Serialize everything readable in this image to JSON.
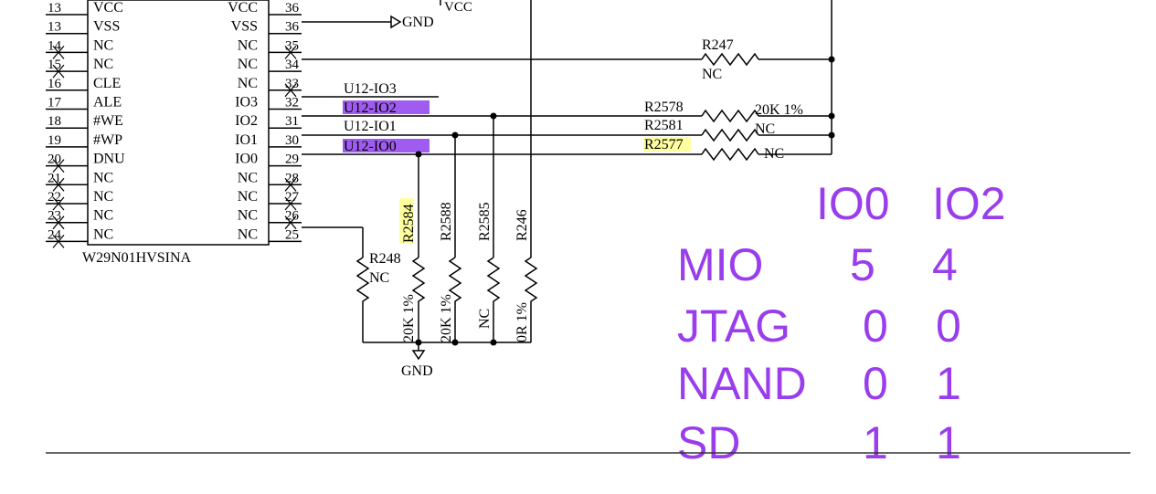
{
  "chip": {
    "name": "W29N01HVSINA",
    "pins": [
      {
        "ln": "13",
        "lname": "VCC",
        "rname": "VCC",
        "rn": "36",
        "lx": false,
        "rx": false
      },
      {
        "ln": "13",
        "lname": "VSS",
        "rname": "VSS",
        "rn": "36",
        "lx": false,
        "rx": false
      },
      {
        "ln": "14",
        "lname": "NC",
        "rname": "NC",
        "rn": "35",
        "lx": true,
        "rx": true
      },
      {
        "ln": "15",
        "lname": "NC",
        "rname": "NC",
        "rn": "34",
        "lx": true,
        "rx": false
      },
      {
        "ln": "16",
        "lname": "CLE",
        "rname": "NC",
        "rn": "33",
        "lx": false,
        "rx": true
      },
      {
        "ln": "17",
        "lname": "ALE",
        "rname": "IO3",
        "rn": "32",
        "lx": false,
        "rx": false
      },
      {
        "ln": "18",
        "lname": "#WE",
        "rname": "IO2",
        "rn": "31",
        "lx": false,
        "rx": false
      },
      {
        "ln": "19",
        "lname": "#WP",
        "rname": "IO1",
        "rn": "30",
        "lx": false,
        "rx": false
      },
      {
        "ln": "20",
        "lname": "DNU",
        "rname": "IO0",
        "rn": "29",
        "lx": true,
        "rx": false
      },
      {
        "ln": "21",
        "lname": "NC",
        "rname": "NC",
        "rn": "28",
        "lx": true,
        "rx": true
      },
      {
        "ln": "22",
        "lname": "NC",
        "rname": "NC",
        "rn": "27",
        "lx": true,
        "rx": true
      },
      {
        "ln": "23",
        "lname": "NC",
        "rname": "NC",
        "rn": "26",
        "lx": true,
        "rx": true
      },
      {
        "ln": "24",
        "lname": "NC",
        "rname": "NC",
        "rn": "25",
        "lx": true,
        "rx": false
      }
    ]
  },
  "vcc_label": "VCC",
  "gnd_top": "GND",
  "gnd_bottom": "GND",
  "nets": {
    "io3": "U12-IO3",
    "io2": "U12-IO2",
    "io1": "U12-IO1",
    "io0": "U12-IO0"
  },
  "resistors": {
    "r247": {
      "ref": "R247",
      "value": "NC"
    },
    "r2578": {
      "ref": "R2578",
      "value": "20K 1%"
    },
    "r2581": {
      "ref": "R2581",
      "value": "NC"
    },
    "r2577": {
      "ref": "R2577",
      "value": "NC"
    },
    "r248": {
      "ref": "R248",
      "value": "NC"
    },
    "r2584": {
      "ref": "R2584",
      "value": "20K 1%"
    },
    "r2588": {
      "ref": "R2588",
      "value": "20K 1%"
    },
    "r2585": {
      "ref": "R2585",
      "value": "NC"
    },
    "r246": {
      "ref": "R246",
      "value": "0R 1%"
    }
  },
  "boot_table": {
    "headers": [
      "IO0",
      "IO2"
    ],
    "rows": [
      {
        "mode": "MIO",
        "io0": "5",
        "io2": "4"
      },
      {
        "mode": "JTAG",
        "io0": "0",
        "io2": "0"
      },
      {
        "mode": "NAND",
        "io0": "0",
        "io2": "1"
      },
      {
        "mode": "SD",
        "io0": "1",
        "io2": "1"
      }
    ]
  },
  "colors": {
    "annotation": "#9a3dec",
    "net_highlight": "#a05cf0",
    "ref_highlight": "#ffffa0",
    "wire": "#000000"
  }
}
